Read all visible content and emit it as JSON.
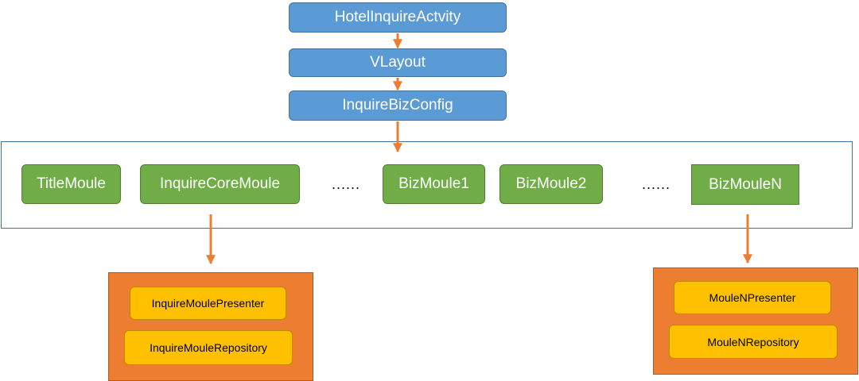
{
  "top_chain": [
    {
      "label": "HotelInquireActvity"
    },
    {
      "label": "VLayout"
    },
    {
      "label": "InquireBizConfig"
    }
  ],
  "modules": [
    {
      "label": "TitleMoule"
    },
    {
      "label": "InquireCoreMoule"
    },
    {
      "label": "......"
    },
    {
      "label": "BizMoule1"
    },
    {
      "label": "BizMoule2"
    },
    {
      "label": "......"
    },
    {
      "label": "BizMouleN"
    }
  ],
  "core_detail": {
    "presenter": "InquireMoulePresenter",
    "repository": "InquireMouleRepository"
  },
  "n_detail": {
    "presenter": "MouleNPresenter",
    "repository": "MouleNRepository"
  },
  "colors": {
    "blue": "#5b9bd5",
    "green": "#70ad47",
    "orange": "#ed7d31",
    "yellow": "#ffc000",
    "arrow": "#ed7d31"
  }
}
